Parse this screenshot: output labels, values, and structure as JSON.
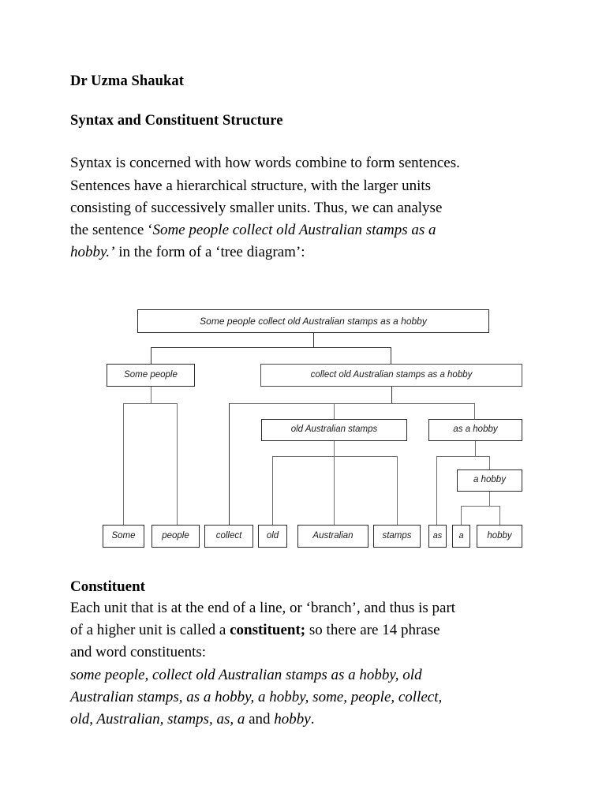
{
  "document": {
    "author_heading": "Dr Uzma Shaukat",
    "title_heading": "Syntax and Constituent Structure",
    "intro": {
      "line1": "Syntax is concerned with how words combine to form sentences.",
      "line2": "Sentences have a hierarchical structure, with the larger units",
      "line3": "consisting of successively smaller units. Thus, we can analyse",
      "line4_pre": "the sentence ‘",
      "line4_italic": "Some people collect old Australian stamps as a",
      "line5_italic": "hobby.’",
      "line5_post": " in the form of a ‘tree diagram’:"
    },
    "constituent_section": {
      "heading": "Constituent",
      "para_l1": "Each unit that is at the end of a line, or ‘branch’, and thus is part",
      "para_l2_pre": "of a higher unit is called a ",
      "para_l2_bold": "constituent;",
      "para_l2_post": " so there are 14 phrase",
      "para_l3": "and word constituents:",
      "list_l1": "some people, collect old Australian stamps as a hobby, old",
      "list_l2": "Australian stamps, as a hobby, a hobby, some, people, collect,",
      "list_l3_a": "old, Australian, stamps, as, a",
      "list_l3_and": " and ",
      "list_l3_b": "hobby",
      "list_l3_end": "."
    }
  },
  "tree_diagram": {
    "root": "Some people collect old Australian stamps as a hobby",
    "level2": {
      "np_subject": "Some people",
      "vp": "collect old Australian stamps as a hobby"
    },
    "level3": {
      "np_object": "old Australian stamps",
      "pp": "as a hobby"
    },
    "level4": {
      "np_hobby": "a hobby"
    },
    "leaves": [
      "Some",
      "people",
      "collect",
      "old",
      "Australian",
      "stamps",
      "as",
      "a",
      "hobby"
    ],
    "colors": {
      "box_border": "#4c4c4c",
      "edge": "#6e6e6e",
      "text": "#1a1a1a",
      "background": "#ffffff"
    }
  }
}
